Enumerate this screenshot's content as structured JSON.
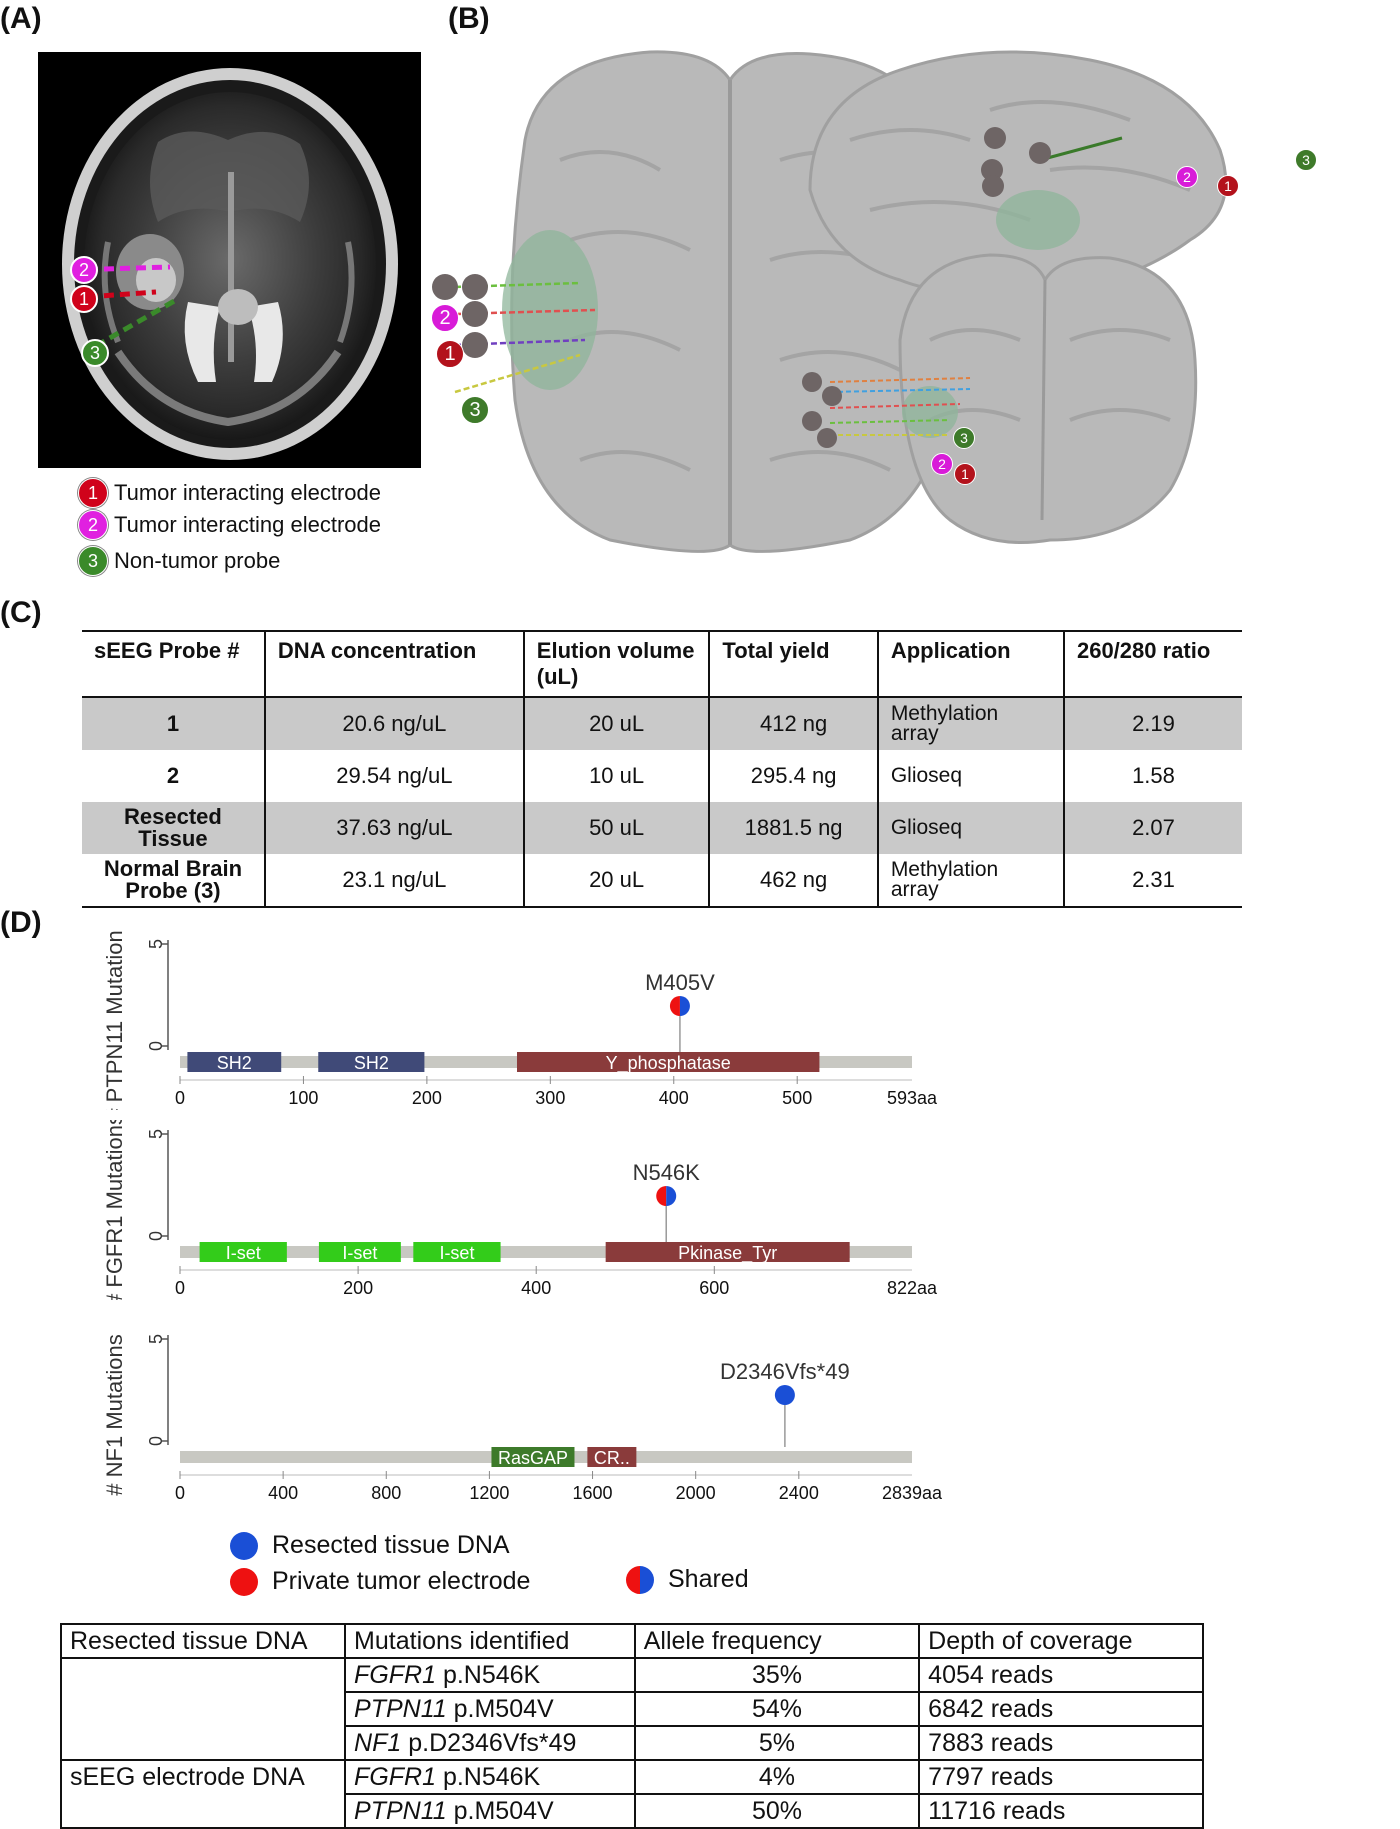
{
  "labels": {
    "a": "(A)",
    "b": "(B)",
    "c": "(C)",
    "d": "(D)"
  },
  "panel_a": {
    "electrodes": [
      {
        "num": "1",
        "color": "#d0021b"
      },
      {
        "num": "2",
        "color": "#e020e0"
      },
      {
        "num": "3",
        "color": "#3a8a2a"
      }
    ],
    "legend": [
      {
        "num": "1",
        "text": "Tumor interacting electrode",
        "color": "#d0021b"
      },
      {
        "num": "2",
        "text": "Tumor interacting electrode",
        "color": "#e020e0"
      },
      {
        "num": "3",
        "text": "Non-tumor probe",
        "color": "#3a8a2a"
      }
    ]
  },
  "panel_b": {
    "markers": [
      {
        "num": "1",
        "color": "#b3121c"
      },
      {
        "num": "2",
        "color": "#d81bd8"
      },
      {
        "num": "3",
        "color": "#3e7a2a"
      }
    ]
  },
  "table_c": {
    "headers": [
      "sEEG Probe #",
      "DNA concentration",
      "Elution volume (uL)",
      "Total yield",
      "Application",
      "260/280 ratio"
    ],
    "rows": [
      {
        "probe": "1",
        "conc": "20.6 ng/uL",
        "vol": "20 uL",
        "yield": "412 ng",
        "app": "Methylation array",
        "ratio": "2.19"
      },
      {
        "probe": "2",
        "conc": "29.54 ng/uL",
        "vol": "10 uL",
        "yield": "295.4 ng",
        "app": "Glioseq",
        "ratio": "1.58"
      },
      {
        "probe": "Resected Tissue",
        "conc": "37.63 ng/uL",
        "vol": "50 uL",
        "yield": "1881.5 ng",
        "app": "Glioseq",
        "ratio": "2.07"
      },
      {
        "probe": "Normal Brain Probe (3)",
        "conc": "23.1 ng/uL",
        "vol": "20 uL",
        "yield": "462 ng",
        "app": "Methylation array",
        "ratio": "2.31"
      }
    ]
  },
  "chart_data": [
    {
      "type": "lollipop",
      "gene": "PTPN11",
      "ylabel": "# PTPN11 Mutations",
      "yticks": [
        "5",
        "0"
      ],
      "length": 593,
      "xticks": [
        0,
        100,
        200,
        300,
        400,
        500
      ],
      "end_label": "593aa",
      "domains": [
        {
          "name": "SH2",
          "start": 6,
          "end": 82,
          "color": "#404a78"
        },
        {
          "name": "SH2",
          "start": 112,
          "end": 198,
          "color": "#404a78"
        },
        {
          "name": "Y_phosphatase",
          "start": 273,
          "end": 518,
          "color": "#8a3b3b"
        }
      ],
      "mutations": [
        {
          "label": "M405V",
          "pos": 405,
          "kind": "shared"
        }
      ]
    },
    {
      "type": "lollipop",
      "gene": "FGFR1",
      "ylabel": "# FGFR1 Mutations",
      "yticks": [
        "5",
        "0"
      ],
      "length": 822,
      "xticks": [
        0,
        200,
        400,
        600
      ],
      "end_label": "822aa",
      "domains": [
        {
          "name": "I-set",
          "start": 22,
          "end": 120,
          "color": "#33cc1a"
        },
        {
          "name": "I-set",
          "start": 156,
          "end": 248,
          "color": "#33cc1a"
        },
        {
          "name": "I-set",
          "start": 262,
          "end": 360,
          "color": "#33cc1a"
        },
        {
          "name": "Pkinase_Tyr",
          "start": 478,
          "end": 752,
          "color": "#8a3b3b"
        }
      ],
      "mutations": [
        {
          "label": "N546K",
          "pos": 546,
          "kind": "shared"
        }
      ]
    },
    {
      "type": "lollipop",
      "gene": "NF1",
      "ylabel": "# NF1 Mutations",
      "yticks": [
        "5",
        "0"
      ],
      "length": 2839,
      "xticks": [
        0,
        400,
        800,
        1200,
        1600,
        2000,
        2400
      ],
      "end_label": "2839aa",
      "domains": [
        {
          "name": "RasGAP",
          "start": 1208,
          "end": 1530,
          "color": "#3d7a2a"
        },
        {
          "name": "CR..",
          "start": 1580,
          "end": 1770,
          "color": "#8a3b3b"
        }
      ],
      "mutations": [
        {
          "label": "D2346Vfs*49",
          "pos": 2346,
          "kind": "resected"
        }
      ]
    }
  ],
  "legend_d": [
    {
      "kind": "resected",
      "text": "Resected tissue DNA"
    },
    {
      "kind": "private",
      "text": "Private tumor electrode"
    },
    {
      "kind": "shared",
      "text": "Shared"
    }
  ],
  "colors": {
    "resected": "#1a4fd6",
    "private": "#ee1111"
  },
  "table_d": {
    "headers": [
      "Resected tissue DNA",
      "Mutations identified",
      "Allele frequency",
      "Depth of coverage"
    ],
    "rows": [
      {
        "group": "",
        "gene": "FGFR1",
        "variant": " p.N546K",
        "af": "35%",
        "depth": "4054 reads"
      },
      {
        "group": "",
        "gene": "PTPN11",
        "variant": " p.M504V",
        "af": "54%",
        "depth": "6842 reads"
      },
      {
        "group": "",
        "gene": "NF1",
        "variant": " p.D2346Vfs*49",
        "af": "5%",
        "depth": "7883 reads"
      },
      {
        "group": "sEEG electrode DNA",
        "gene": "FGFR1",
        "variant": " p.N546K",
        "af": "4%",
        "depth": "7797 reads"
      },
      {
        "group": "",
        "gene": "PTPN11",
        "variant": " p.M504V",
        "af": "50%",
        "depth": "11716 reads"
      }
    ]
  }
}
